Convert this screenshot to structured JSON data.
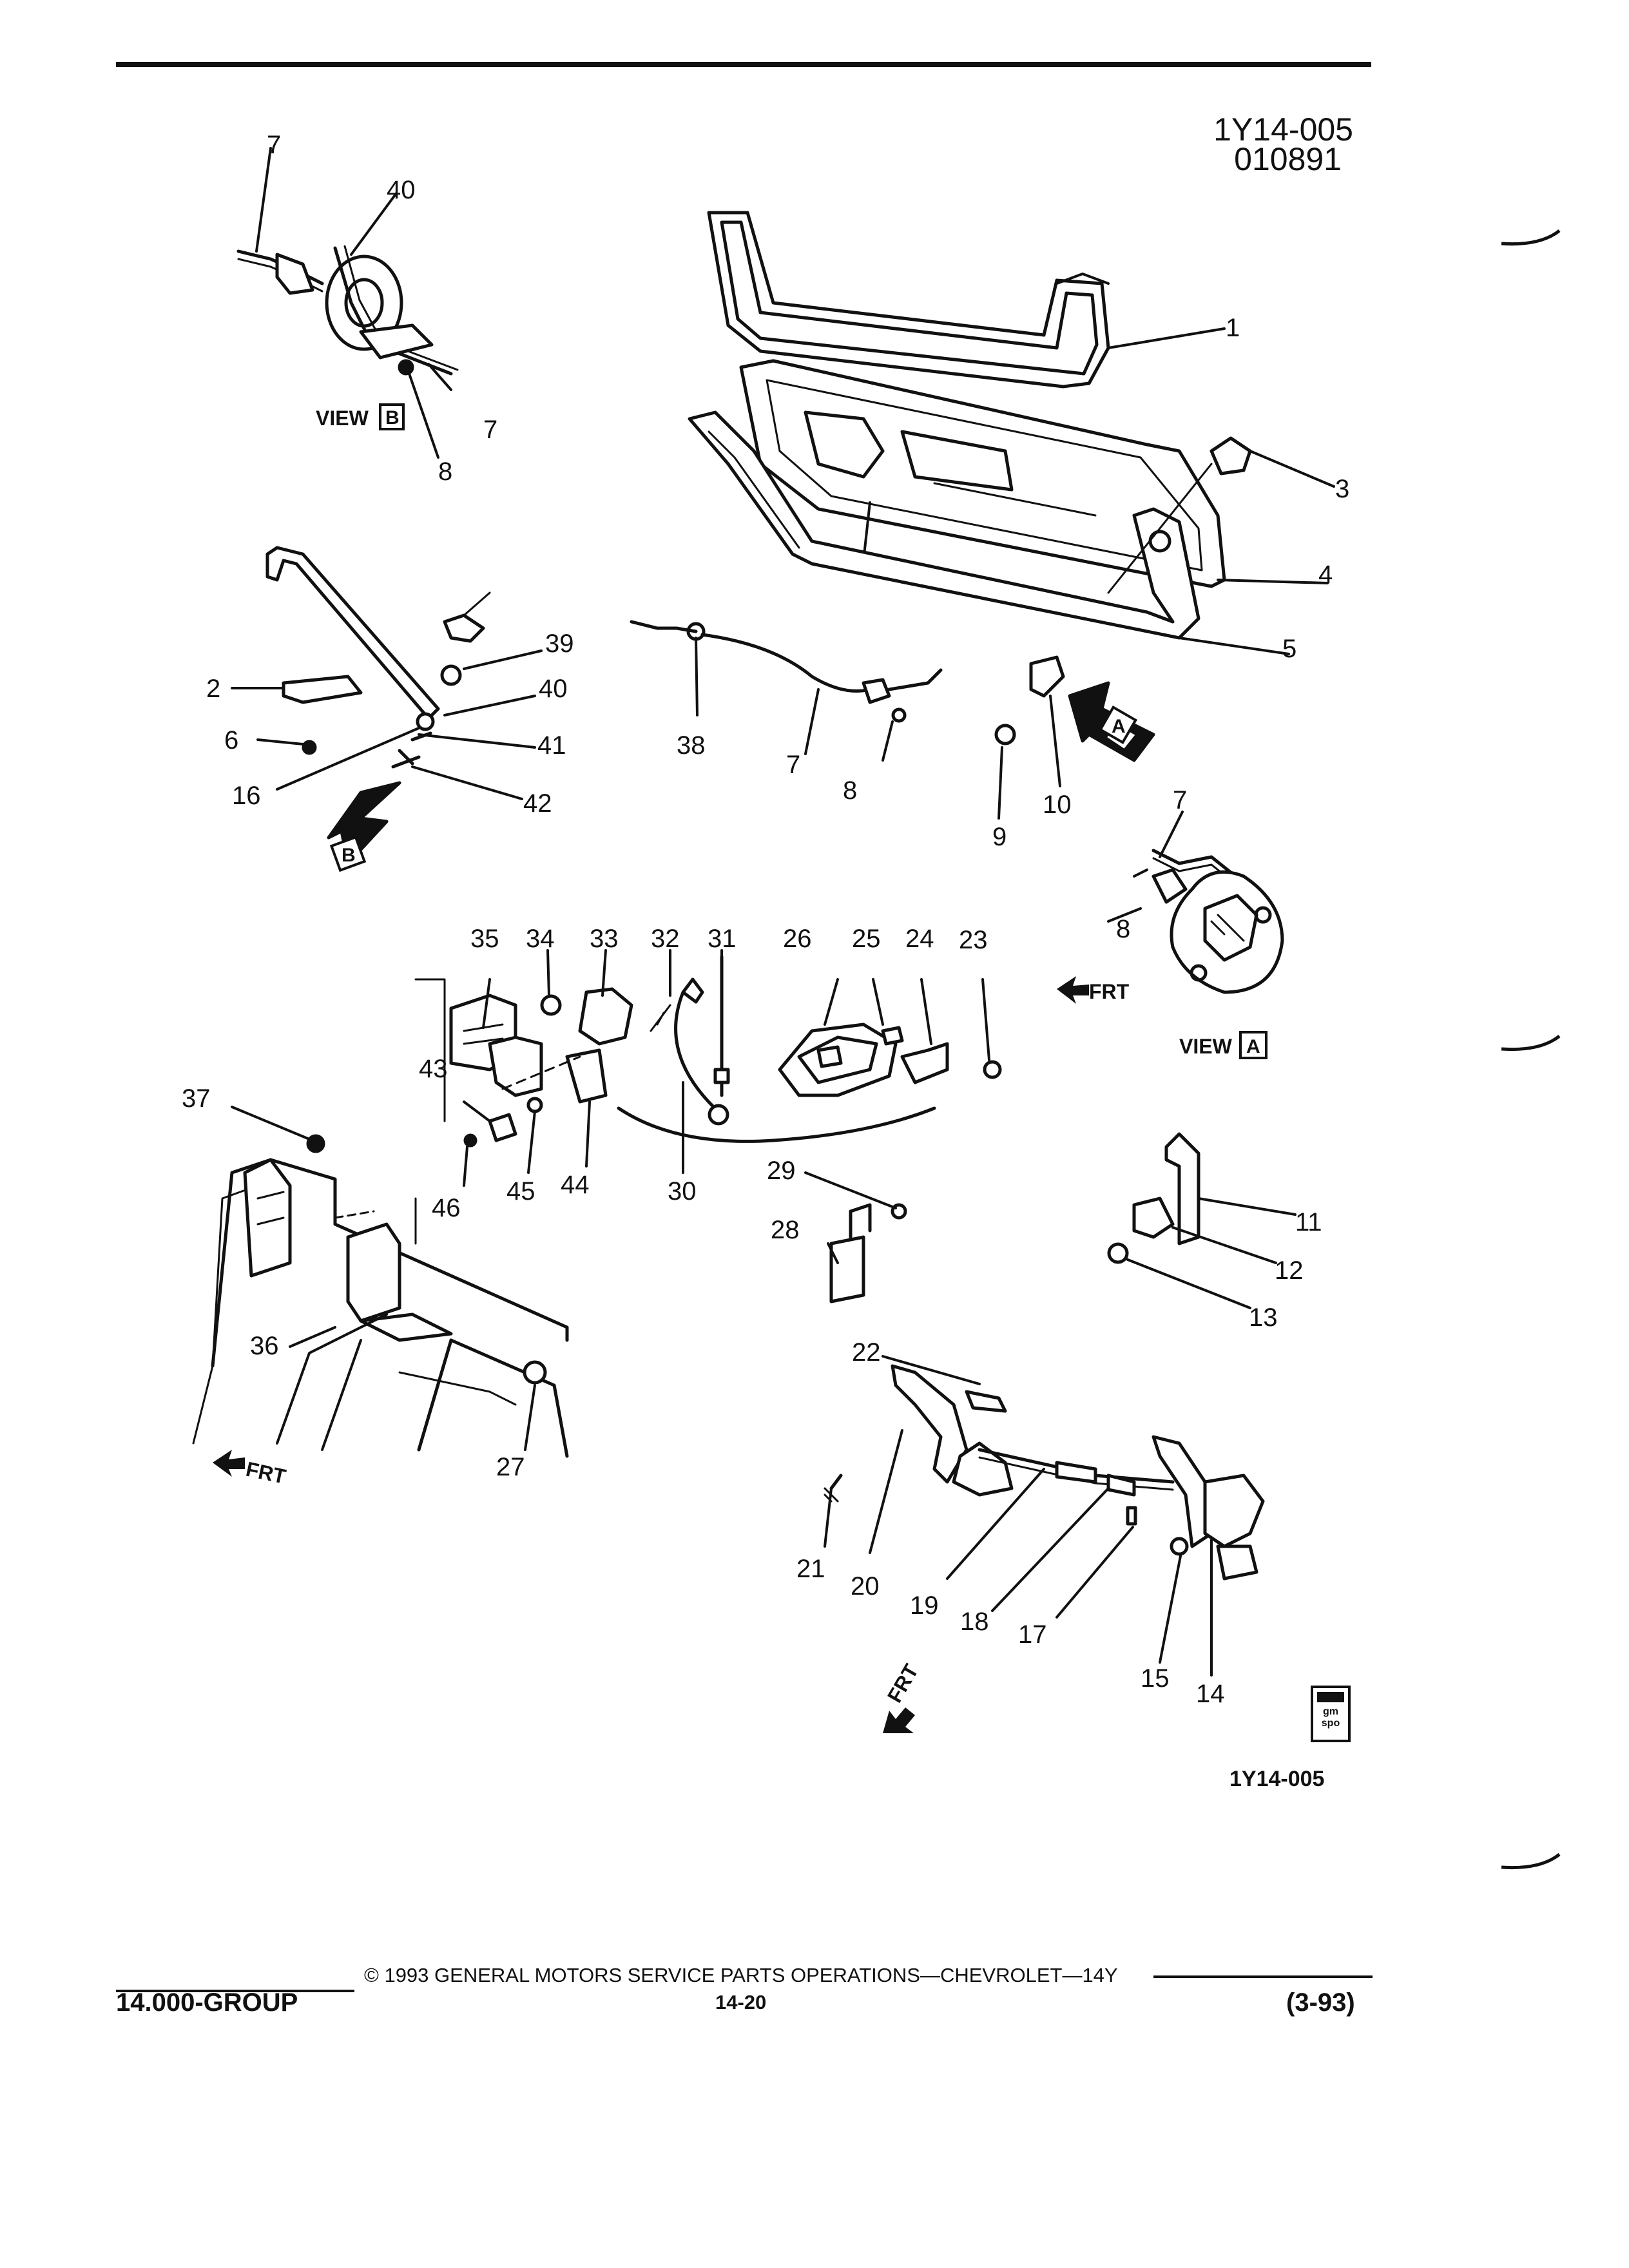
{
  "header": {
    "ref_code": "1Y14-005",
    "ref_date": "010891"
  },
  "views": {
    "view_b_label": "VIEW",
    "view_b_letter": "B",
    "view_a_label": "VIEW",
    "view_a_letter": "A",
    "frt_label": "FRT"
  },
  "callouts": {
    "c1": "1",
    "c2": "2",
    "c3": "3",
    "c4": "4",
    "c5": "5",
    "c6": "6",
    "c7": "7",
    "c8": "8",
    "c9": "9",
    "c10": "10",
    "c11": "11",
    "c12": "12",
    "c13": "13",
    "c14": "14",
    "c15": "15",
    "c16": "16",
    "c17": "17",
    "c18": "18",
    "c19": "19",
    "c20": "20",
    "c21": "21",
    "c22": "22",
    "c23": "23",
    "c24": "24",
    "c25": "25",
    "c26": "26",
    "c27": "27",
    "c28": "28",
    "c29": "29",
    "c30": "30",
    "c31": "31",
    "c32": "32",
    "c33": "33",
    "c34": "34",
    "c35": "35",
    "c36": "36",
    "c37": "37",
    "c38": "38",
    "c39": "39",
    "c40": "40",
    "c41": "41",
    "c42": "42",
    "c43": "43",
    "c44": "44",
    "c45": "45",
    "c46": "46"
  },
  "logo": {
    "text": "gm spo"
  },
  "bottom_ref": "1Y14-005",
  "footer": {
    "copyright": "© 1993 GENERAL MOTORS SERVICE PARTS OPERATIONS—CHEVROLET—14Y",
    "group": "14.000-GROUP",
    "page": "14-20",
    "revision": "(3-93)"
  }
}
